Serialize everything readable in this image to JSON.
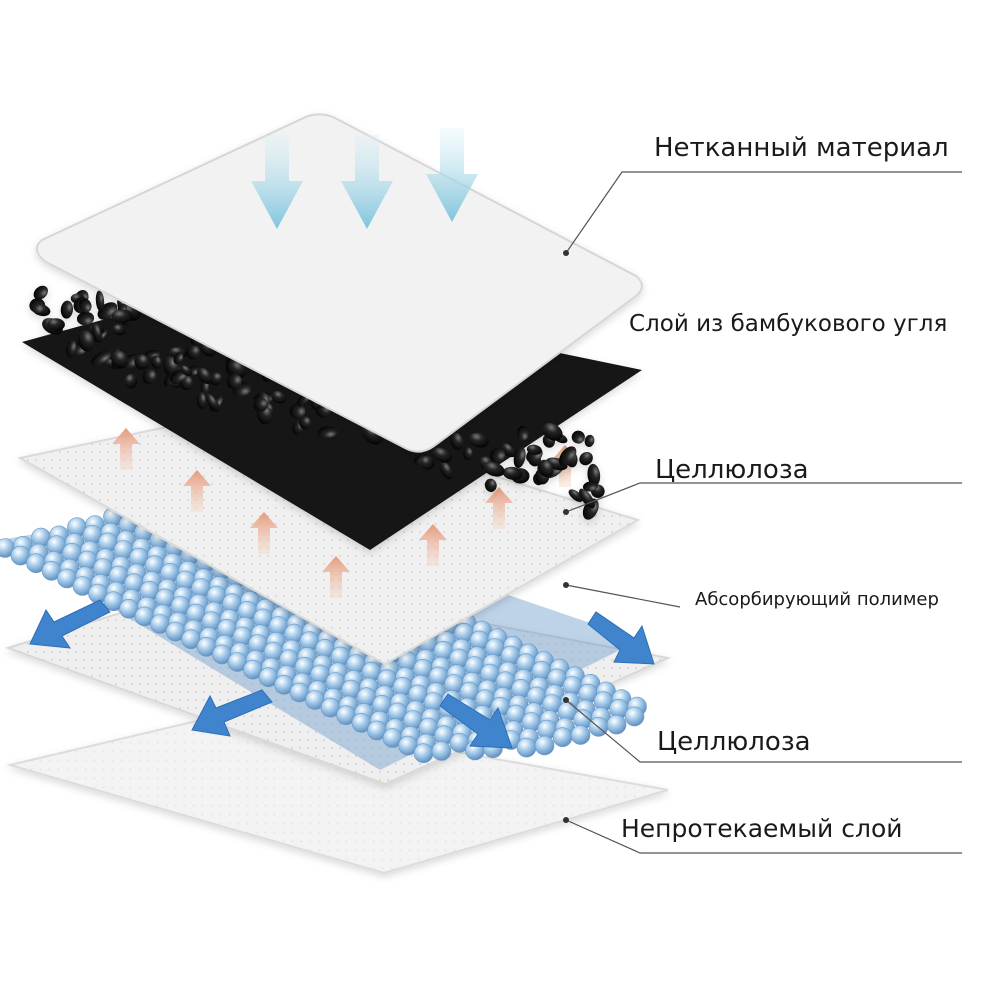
{
  "layers": [
    {
      "id": "nonwoven",
      "label": "Нетканный материал"
    },
    {
      "id": "bamboo-charcoal",
      "label": "Слой из бамбукового угля"
    },
    {
      "id": "cellulose-top",
      "label": "Целлюлоза"
    },
    {
      "id": "absorbent-polymer",
      "label": "Абсорбирующий полимер"
    },
    {
      "id": "cellulose-bottom",
      "label": "Целлюлоза"
    },
    {
      "id": "leakproof",
      "label": "Непротекаемый слой"
    }
  ],
  "colors": {
    "sheet": "#f2f2f2",
    "sheet_edge": "#dcdcdc",
    "charcoal": "#1b1b1b",
    "polymer": "#9ec6e6",
    "arrow_down": "#8ccce0",
    "arrow_up": "#e9a083",
    "arrow_spread": "#3f84cc",
    "leader": "#555555"
  }
}
